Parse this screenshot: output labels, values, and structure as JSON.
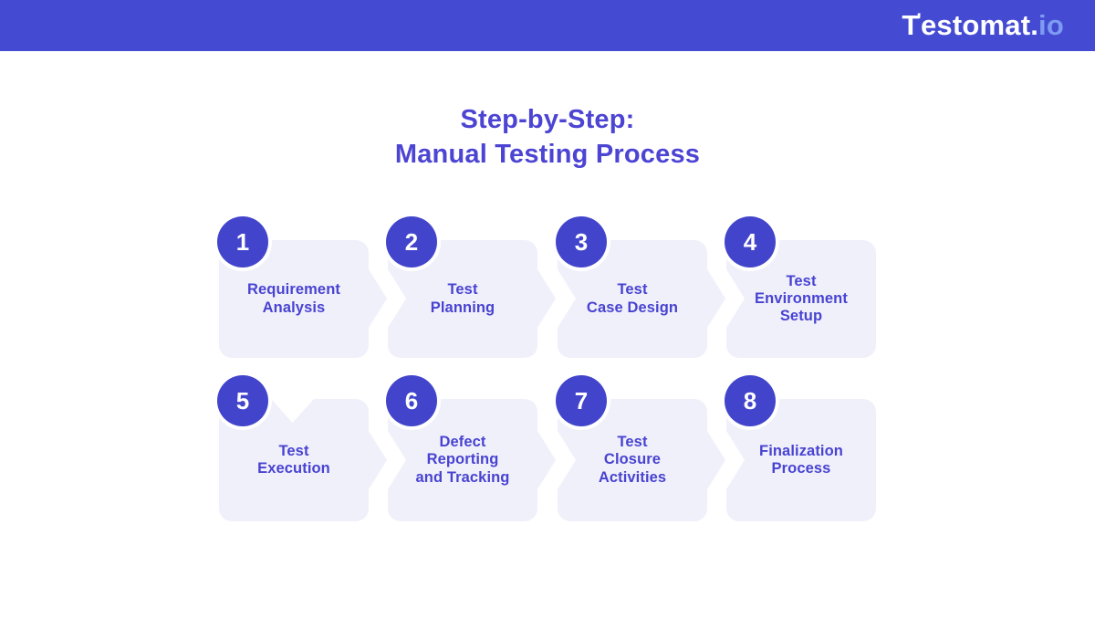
{
  "header": {
    "logo": {
      "t": "T",
      "tick": "'",
      "rest": "estomat.",
      "suffix": "io"
    }
  },
  "title": {
    "line1": "Step-by-Step:",
    "line2": "Manual Testing Process"
  },
  "steps": [
    {
      "number": "1",
      "label": "Requirement\nAnalysis"
    },
    {
      "number": "2",
      "label": "Test\nPlanning"
    },
    {
      "number": "3",
      "label": "Test\nCase Design"
    },
    {
      "number": "4",
      "label": "Test\nEnvironment\nSetup"
    },
    {
      "number": "5",
      "label": "Test\nExecution"
    },
    {
      "number": "6",
      "label": "Defect\nReporting\nand Tracking"
    },
    {
      "number": "7",
      "label": "Test\nClosure\nActivities"
    },
    {
      "number": "8",
      "label": "Finalization\nProcess"
    }
  ],
  "colors": {
    "header_bar": "#444BD2",
    "badge": "#4245CB",
    "card_bg": "#F0F0FB",
    "step_text": "#4843D1",
    "title_text": "#4C44D3",
    "logo_main": "#FFFFFF",
    "logo_suffix": "#7E9BF2"
  }
}
